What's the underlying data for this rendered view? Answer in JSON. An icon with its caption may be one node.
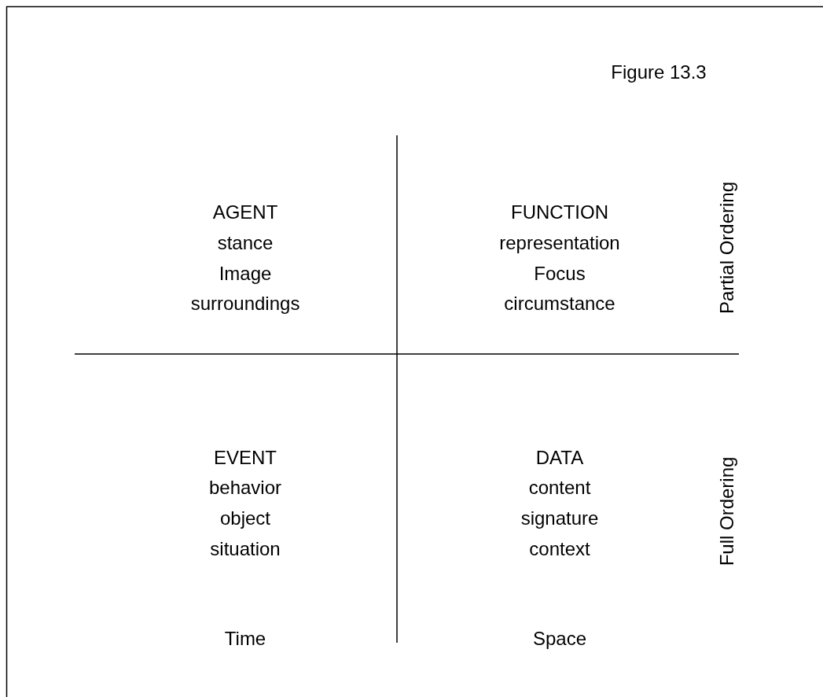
{
  "diagram": {
    "title": "Figure 13.3",
    "labels": [
      "AGENT",
      "stance",
      "Image",
      "surroundings",
      "FUNCTION",
      "representation",
      "Focus",
      "circumstance",
      "Partial Ordering",
      "EVENT",
      "behavior",
      "object",
      "situation",
      "DATA",
      "content",
      "signature",
      "context",
      "Full Ordering",
      "Time",
      "Space"
    ]
  }
}
